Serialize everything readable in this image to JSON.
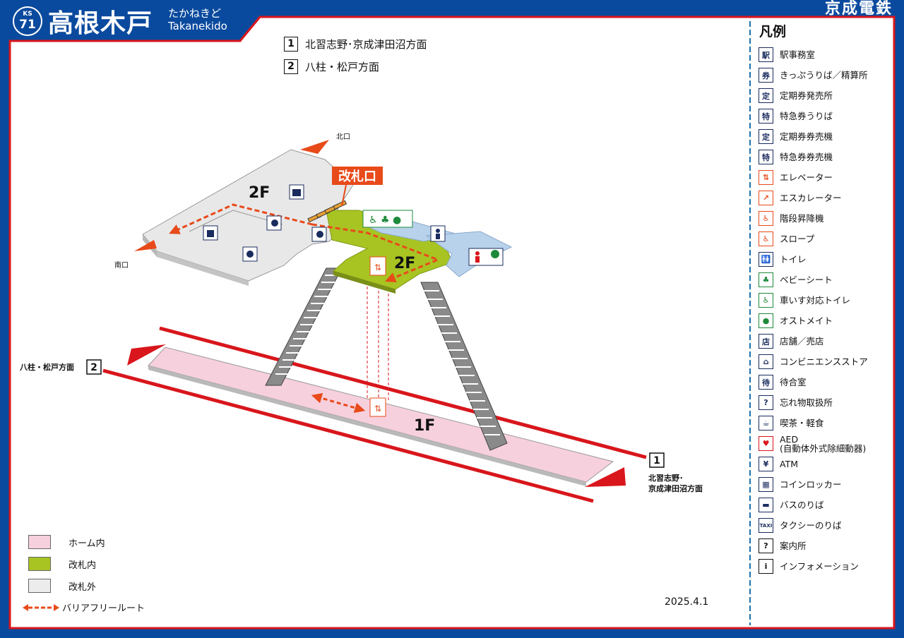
{
  "header": {
    "brand": "京成電鉄",
    "station_code_line": "KS",
    "station_code_num": "71",
    "station_name": "高根木戸",
    "station_kana": "たかねきど",
    "station_roman": "Takanekido"
  },
  "directions": [
    {
      "num": "1",
      "label": "北習志野･京成津田沼方面"
    },
    {
      "num": "2",
      "label": "八柱・松戸方面"
    }
  ],
  "map": {
    "north_exit": "北口",
    "south_exit": "南口",
    "ticket_gate": "改札口",
    "floor_2f_left": "2F",
    "floor_2f_right": "2F",
    "floor_1f": "1F",
    "track2_label": "八柱・松戸方面",
    "track2_num": "2",
    "track1_num": "1",
    "track1_label_line1": "北習志野･",
    "track1_label_line2": "京成津田沼方面"
  },
  "legend_title": "凡例",
  "legend": [
    {
      "icon": "station-office-icon",
      "glyph": "駅",
      "color": "#1a2b5e",
      "label": "駅事務室"
    },
    {
      "icon": "ticket-office-icon",
      "glyph": "券",
      "color": "#1a2b5e",
      "label": "きっぷうりば／精算所"
    },
    {
      "icon": "commuter-pass-office-icon",
      "glyph": "定",
      "color": "#1a2b5e",
      "label": "定期券発売所"
    },
    {
      "icon": "express-ticket-icon",
      "glyph": "特",
      "color": "#1a2b5e",
      "label": "特急券うりば"
    },
    {
      "icon": "commuter-pass-machine-icon",
      "glyph": "定",
      "color": "#1a2b5e",
      "label": "定期券券売機"
    },
    {
      "icon": "express-ticket-machine-icon",
      "glyph": "特",
      "color": "#1a2b5e",
      "label": "特急券券売機"
    },
    {
      "icon": "elevator-icon",
      "glyph": "⇅",
      "color": "#e84a1a",
      "label": "エレベーター"
    },
    {
      "icon": "escalator-icon",
      "glyph": "↗",
      "color": "#e84a1a",
      "label": "エスカレーター"
    },
    {
      "icon": "stair-lift-icon",
      "glyph": "♿",
      "color": "#e84a1a",
      "label": "階段昇降機"
    },
    {
      "icon": "slope-icon",
      "glyph": "♿",
      "color": "#e84a1a",
      "label": "スロープ"
    },
    {
      "icon": "toilet-icon",
      "glyph": "🚻",
      "color": "#1a2b5e",
      "label": "トイレ"
    },
    {
      "icon": "baby-seat-icon",
      "glyph": "♣",
      "color": "#1e8a3a",
      "label": "ベビーシート"
    },
    {
      "icon": "wheelchair-toilet-icon",
      "glyph": "♿",
      "color": "#1e8a3a",
      "label": "車いす対応トイレ"
    },
    {
      "icon": "ostomate-icon",
      "glyph": "●",
      "color": "#1e8a3a",
      "label": "オストメイト"
    },
    {
      "icon": "shop-icon",
      "glyph": "店",
      "color": "#1a2b5e",
      "label": "店舗／売店"
    },
    {
      "icon": "convenience-store-icon",
      "glyph": "⌂",
      "color": "#1a2b5e",
      "label": "コンビニエンスストア"
    },
    {
      "icon": "waiting-room-icon",
      "glyph": "待",
      "color": "#1a2b5e",
      "label": "待合室"
    },
    {
      "icon": "lost-and-found-icon",
      "glyph": "?",
      "color": "#1a2b5e",
      "label": "忘れ物取扱所"
    },
    {
      "icon": "cafe-icon",
      "glyph": "☕",
      "color": "#1a2b5e",
      "label": "喫茶・軽食"
    },
    {
      "icon": "aed-icon",
      "glyph": "♥",
      "color": "#d8161c",
      "label": "AED",
      "label2": "(自動体外式除細動器)"
    },
    {
      "icon": "atm-icon",
      "glyph": "¥",
      "color": "#1a2b5e",
      "label": "ATM"
    },
    {
      "icon": "coin-locker-icon",
      "glyph": "▦",
      "color": "#1a2b5e",
      "label": "コインロッカー"
    },
    {
      "icon": "bus-stop-icon",
      "glyph": "▬",
      "color": "#1a2b5e",
      "label": "バスのりば"
    },
    {
      "icon": "taxi-stop-icon",
      "glyph": "TAXI",
      "color": "#1a2b5e",
      "label": "タクシーのりば"
    },
    {
      "icon": "information-desk-icon",
      "glyph": "?",
      "color": "#111111",
      "label": "案内所"
    },
    {
      "icon": "information-icon",
      "glyph": "i",
      "color": "#111111",
      "label": "インフォメーション"
    }
  ],
  "key": [
    {
      "color": "#f7d0dd",
      "label": "ホーム内"
    },
    {
      "color": "#a7c423",
      "label": "改札内"
    },
    {
      "color": "#ececec",
      "label": "改札外"
    },
    {
      "label": "バリアフリールート"
    }
  ],
  "date": "2025.4.1",
  "colors": {
    "frame_blue": "#0a4a9e",
    "frame_red": "#d8161c",
    "barrier_free_route": "#e84a1a"
  }
}
